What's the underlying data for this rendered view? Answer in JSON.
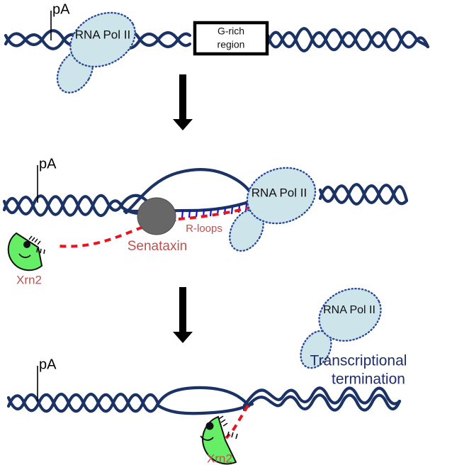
{
  "figure": {
    "title": "Senataxin-mediated R-loop resolution and Xrn2 torpedo transcriptional termination",
    "colors": {
      "dna_navy": "#1b3264",
      "polymerase_fill": "#cde4ea",
      "polymerase_border": "#2d4a9a",
      "rna_red": "#e8141e",
      "label_red": "#c0504d",
      "senataxin_gray": "#676767",
      "xrn2_green": "#66ee66",
      "termination_blue": "#1f2f66",
      "arrow_black": "#000000",
      "box_black": "#000000",
      "rloop_rung_blue": "#1414c8"
    }
  },
  "panel_top": {
    "pa_label": "pA",
    "polymerase_label": "RNA Pol II",
    "grich_line1": "G-rich",
    "grich_line2": "region"
  },
  "panel_middle": {
    "pa_label": "pA",
    "polymerase_label": "RNA Pol II",
    "rloops_label": "R-loops",
    "senataxin_label": "Senataxin",
    "xrn2_label": "Xrn2"
  },
  "panel_bottom": {
    "pa_label": "pA",
    "polymerase_label": "RNA Pol II",
    "termination_line1": "Transcriptional",
    "termination_line2": "termination",
    "xrn2_label": "Xrn2"
  }
}
